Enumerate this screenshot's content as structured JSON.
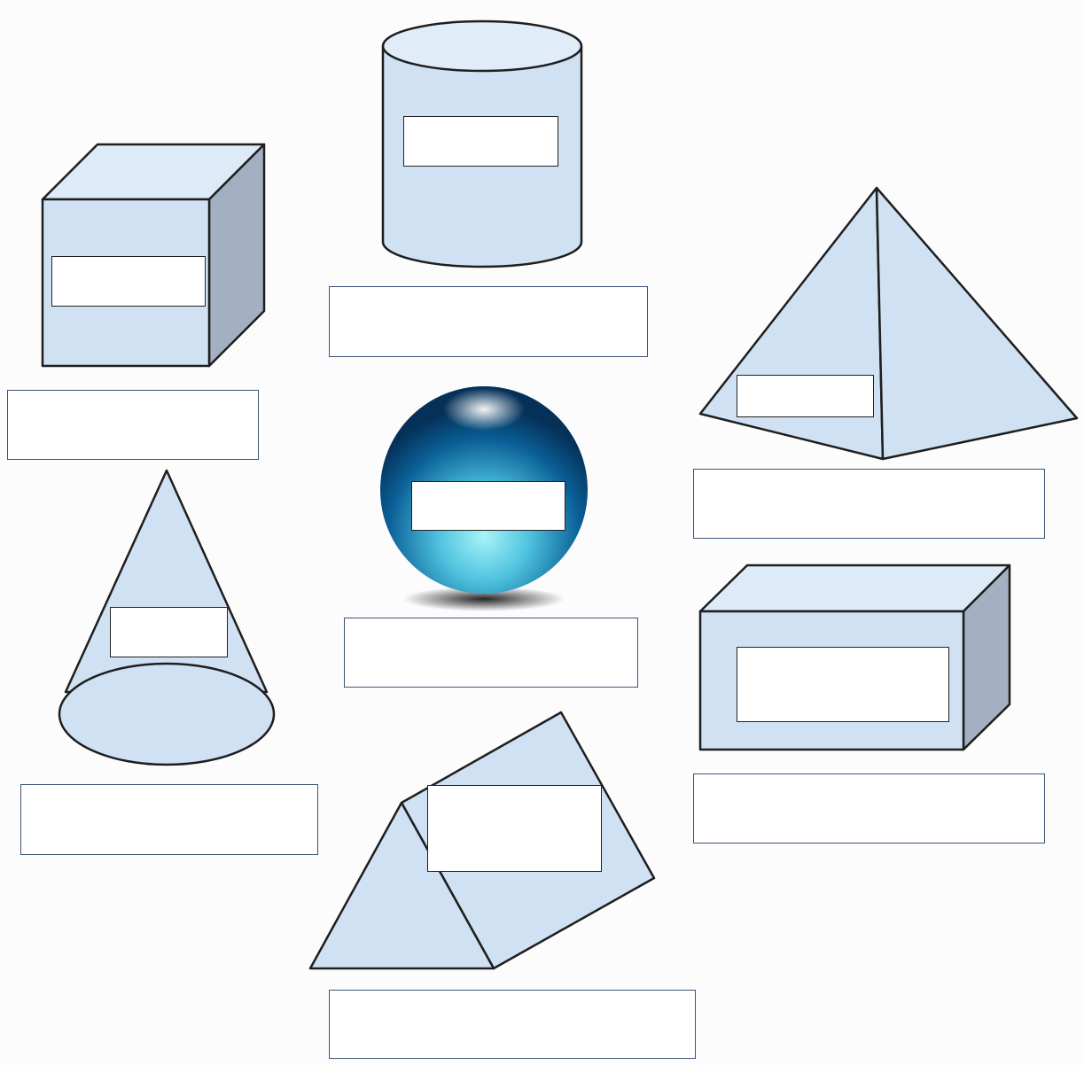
{
  "colors": {
    "face_light": "#cfe1f2",
    "face_top": "#dcebf7",
    "face_side": "#a2b0c1",
    "stroke": "#1e1e1e",
    "answer_box_border": "#3c5475",
    "sphere_dark": "#063a66",
    "sphere_light": "#9ff0f7"
  },
  "shapes": [
    {
      "id": "cube",
      "icon": "cube-icon",
      "inner_label": "",
      "answer": ""
    },
    {
      "id": "cylinder",
      "icon": "cylinder-icon",
      "inner_label": "",
      "answer": ""
    },
    {
      "id": "pyramid",
      "icon": "pyramid-icon",
      "inner_label": "",
      "answer": ""
    },
    {
      "id": "sphere",
      "icon": "sphere-icon",
      "inner_label": "",
      "answer": ""
    },
    {
      "id": "cone",
      "icon": "cone-icon",
      "inner_label": "",
      "answer": ""
    },
    {
      "id": "rectangular-prism",
      "icon": "rectangular-prism-icon",
      "inner_label": "",
      "answer": ""
    },
    {
      "id": "triangular-prism",
      "icon": "triangular-prism-icon",
      "inner_label": "",
      "answer": ""
    }
  ]
}
